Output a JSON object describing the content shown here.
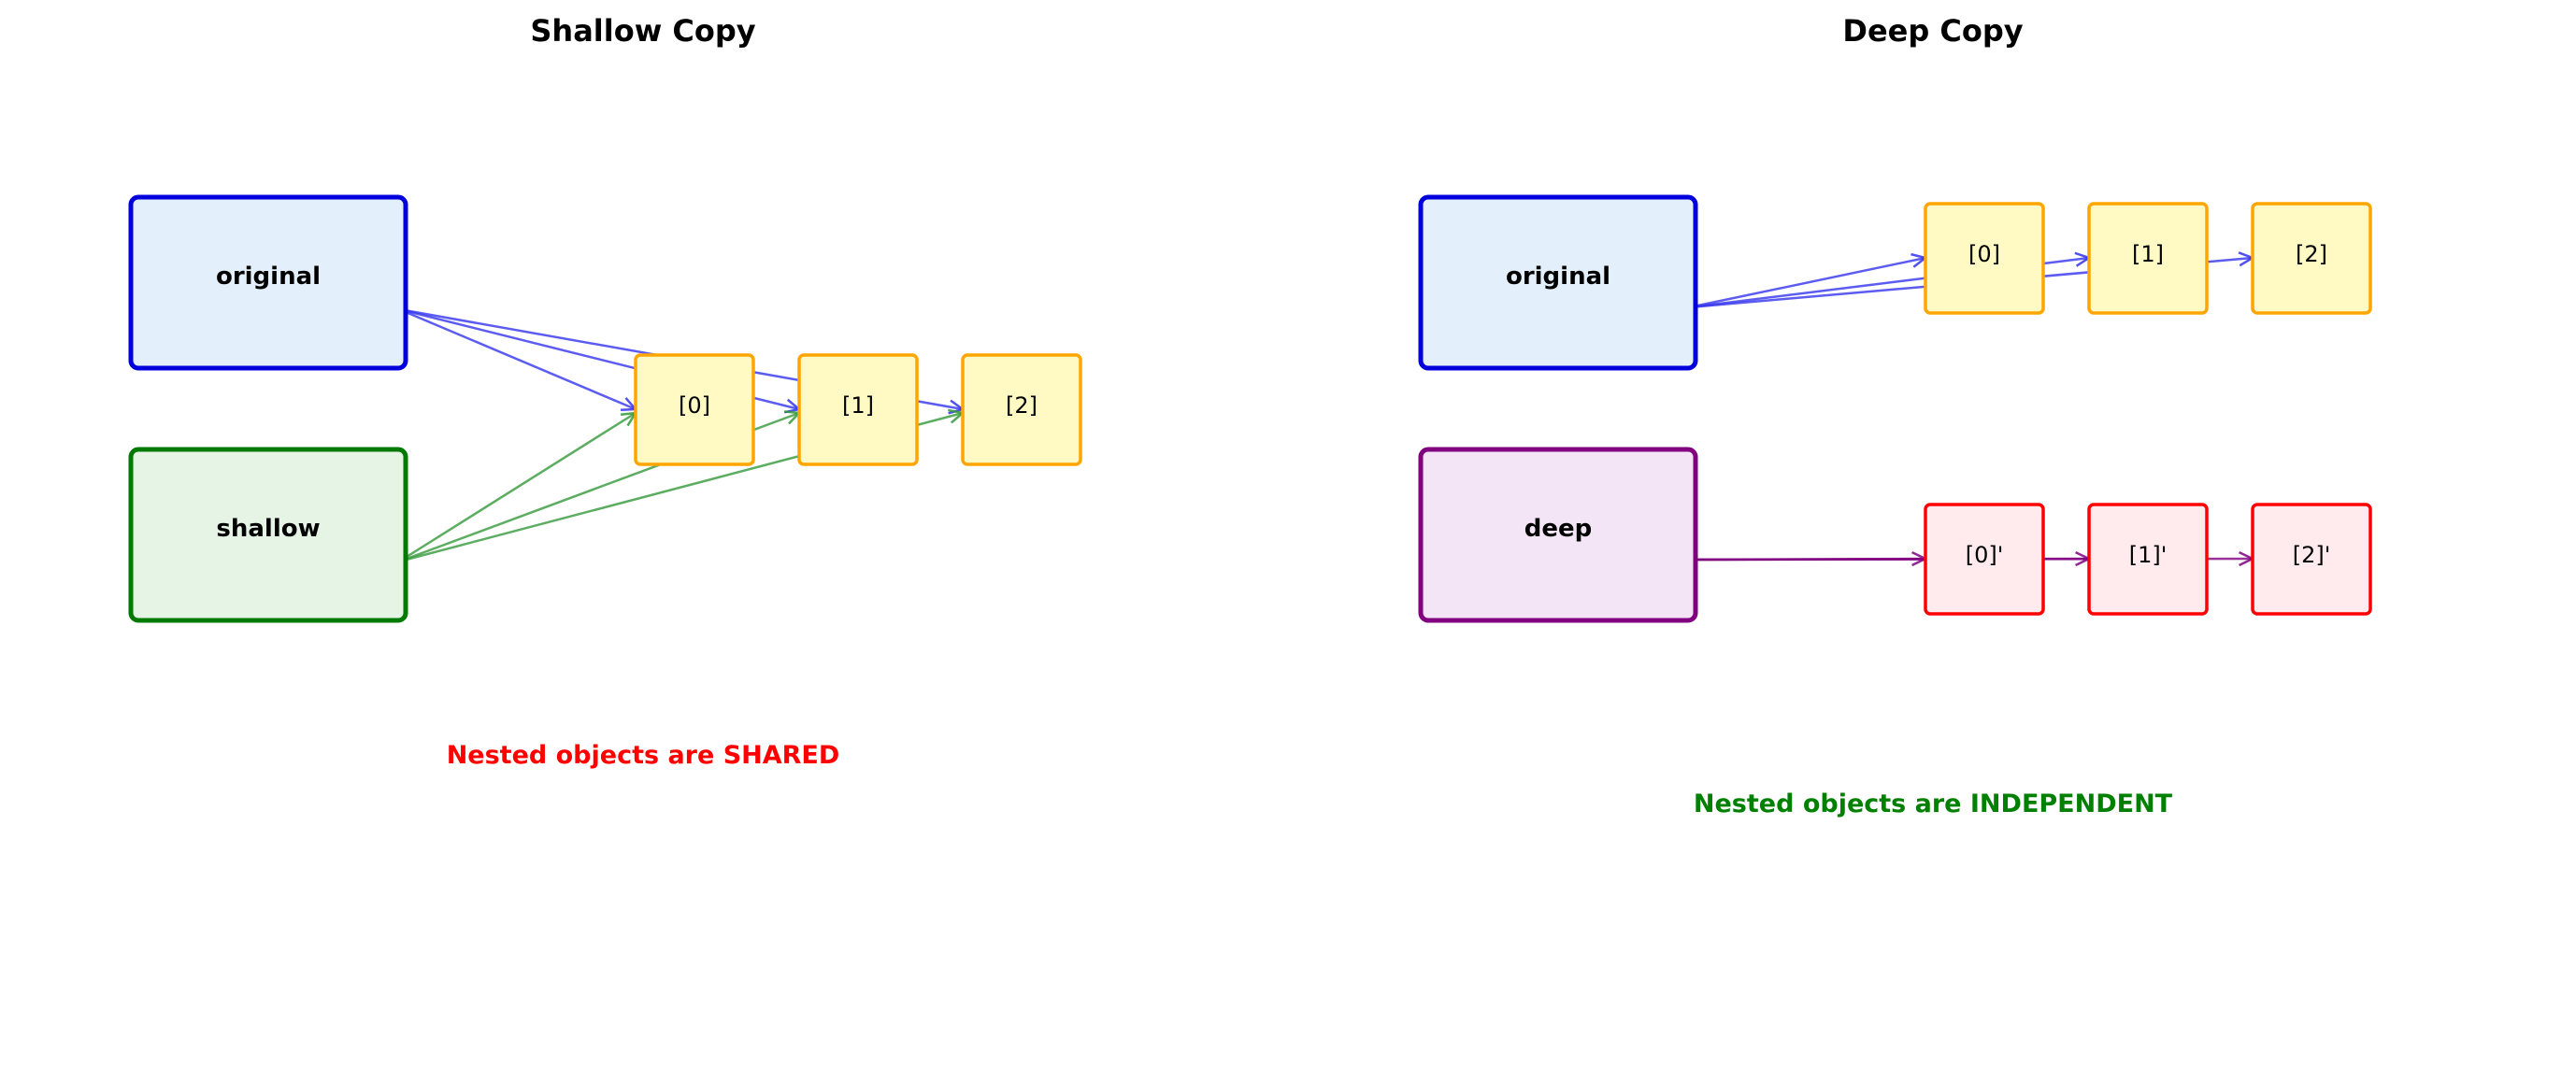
{
  "panels": [
    {
      "id": "shallow",
      "title": "Shallow Copy",
      "note": "Nested objects are SHARED",
      "note_color": "#ff0000",
      "variables": [
        {
          "label": "original",
          "stroke": "#0000dd",
          "fill": "#e3f0fb"
        },
        {
          "label": "shallow",
          "stroke": "#007a00",
          "fill": "#e6f4e6"
        }
      ],
      "element_rows": [
        {
          "labels": [
            "[0]",
            "[1]",
            "[2]"
          ],
          "stroke": "#ffa500",
          "fill": "#fff9c4"
        }
      ],
      "references": [
        {
          "from_var": 0,
          "to_row": 0,
          "to_elems": [
            0,
            1,
            2
          ],
          "color": "#3333ee"
        },
        {
          "from_var": 1,
          "to_row": 0,
          "to_elems": [
            0,
            1,
            2
          ],
          "color": "#33993a"
        }
      ]
    },
    {
      "id": "deep",
      "title": "Deep Copy",
      "note": "Nested objects are INDEPENDENT",
      "note_color": "#008000",
      "variables": [
        {
          "label": "original",
          "stroke": "#0000dd",
          "fill": "#e3f0fb"
        },
        {
          "label": "deep",
          "stroke": "#800080",
          "fill": "#f3e5f5"
        }
      ],
      "element_rows": [
        {
          "labels": [
            "[0]",
            "[1]",
            "[2]"
          ],
          "stroke": "#ffa500",
          "fill": "#fff9c4"
        },
        {
          "labels": [
            "[0]'",
            "[1]'",
            "[2]'"
          ],
          "stroke": "#ff0000",
          "fill": "#ffebee"
        }
      ],
      "references": [
        {
          "from_var": 0,
          "to_row": 0,
          "to_elems": [
            0,
            1,
            2
          ],
          "color": "#3333ee"
        },
        {
          "from_var": 1,
          "to_row": 1,
          "to_elems": [
            0,
            1,
            2
          ],
          "color": "#800080"
        }
      ]
    }
  ]
}
